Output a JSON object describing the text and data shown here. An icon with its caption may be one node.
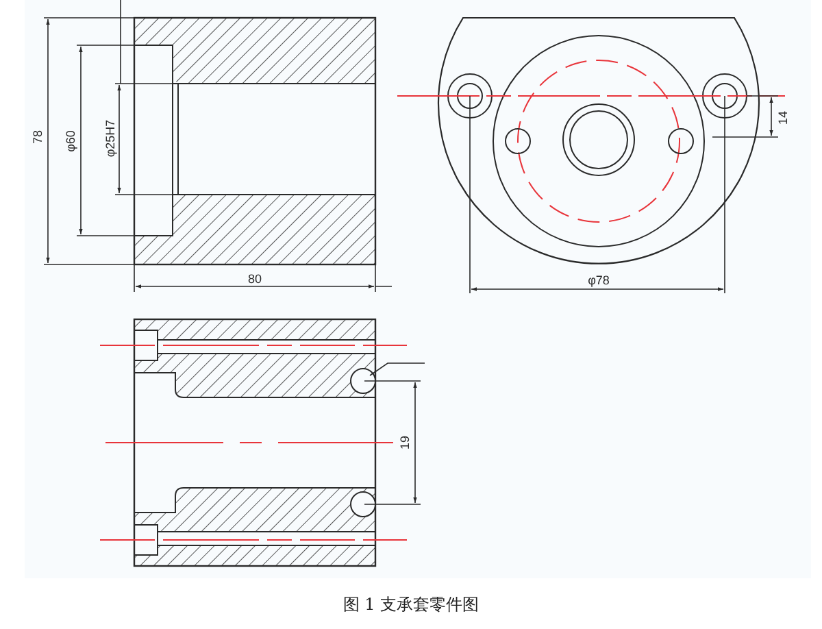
{
  "diagram": {
    "caption": "图 1 支承套零件图",
    "labels": [
      "78",
      "φ60",
      "φ25H7",
      "80",
      "φ78",
      "14",
      "19"
    ]
  }
}
